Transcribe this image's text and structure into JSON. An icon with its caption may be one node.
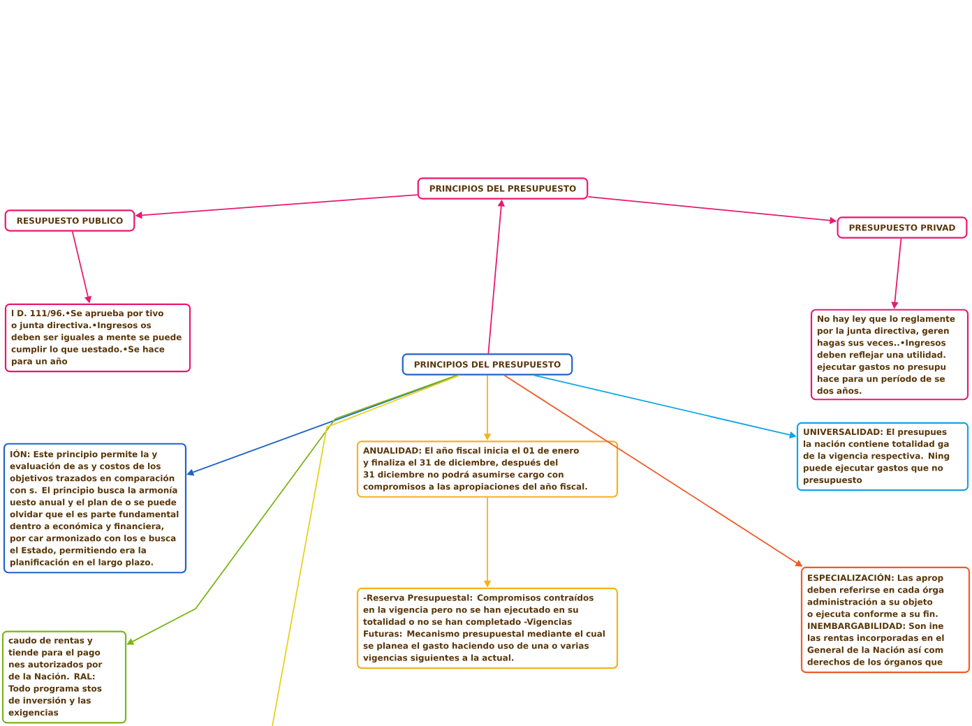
{
  "diagram": {
    "nodes": [
      {
        "text": [
          "PRINCIPIOS DEL PRESUPUESTO"
        ]
      },
      {
        "text": [
          "RESUPUESTO PUBLICO"
        ]
      },
      {
        "text": [
          "l D. 111/96.•Se aprueba por tivo o junta directiva.•Ingresos os deben ser iguales a mente se puede cumplir lo que uestado.•Se hace para un año"
        ]
      },
      {
        "text": [
          "PRESUPUESTO PRIVAD"
        ]
      },
      {
        "text": [
          "No hay ley que lo reglamente por la junta directiva, geren hagas sus veces..•Ingresos deben reflejar una utilidad. ejecutar gastos no presupu hace para un período de se dos años."
        ]
      },
      {
        "text": [
          "PRINCIPIOS DEL PRESUPUESTO"
        ]
      },
      {
        "text": [
          "IÓN: Este principio permite la y evaluación de as y costos de los objetivos trazados en comparación con s. El principio busca la armonía uesto anual y el plan de o se puede olvidar que el es parte fundamental dentro a económica y financiera, por car armonizado con los e busca el Estado, permitiendo era la planificación en el largo plazo."
        ]
      },
      {
        "text": [
          "ANUALIDAD: El año fiscal inicia el 01 de enero y finaliza el 31 de diciembre, después del 31 diciembre no podrá asumirse cargo con compromisos a las apropiaciones del año fiscal."
        ]
      },
      {
        "text": [
          "-Reserva Presupuestal: Compromisos contraídos en la vigencia pero no se han ejecutado en su totalidad o no se han completado -Vigencias Futuras: Mecanismo presupuestal mediante el cual se planea el gasto haciendo uso de una o varias vigencias siguientes a la actual."
        ]
      },
      {
        "text": [
          "UNIVERSALIDAD: El presupues la nación contiene totalidad ga de la vigencia respectiva. Ning puede ejecutar gastos que no presupuesto"
        ]
      },
      {
        "text": [
          "caudo de rentas y tiende para el pago nes autorizados por de la Nación. RAL: Todo programa stos de inversión y las exigencias"
        ]
      },
      {
        "text": [
          "ESPECIALIZACIÓN: Las aprop deben referirse en cada órga administración a su objeto o ejecuta conforme a su fin. INEMBARGABILIDAD: Son ine las rentas incorporadas en el General de la Nación así com derechos de los órganos que"
        ]
      }
    ],
    "edges": [
      {
        "from": 0,
        "to": 1,
        "arrow": "to",
        "color": "#e8196e"
      },
      {
        "from": 0,
        "to": 3,
        "arrow": "to",
        "color": "#e8196e"
      },
      {
        "from": 1,
        "to": 2,
        "arrow": "to",
        "color": "#e8196e"
      },
      {
        "from": 3,
        "to": 4,
        "arrow": "to",
        "color": "#e8196e"
      },
      {
        "from": 5,
        "to": 0,
        "arrow": "to",
        "color": "#e8196e"
      },
      {
        "from": 5,
        "to": 6,
        "arrow": "to",
        "color": "#1e64c8"
      },
      {
        "from": 5,
        "to": 7,
        "arrow": "to",
        "color": "#f5b21b"
      },
      {
        "from": 7,
        "to": 8,
        "arrow": "to",
        "color": "#f5b21b"
      },
      {
        "from": 5,
        "to": 9,
        "arrow": "to",
        "color": "#0ea5e9"
      },
      {
        "from": 5,
        "to": 10,
        "arrow": "to",
        "color": "#7cb518"
      },
      {
        "from": 5,
        "to": 11,
        "arrow": "to",
        "color": "#f05a28"
      },
      {
        "from": 5,
        "to": null,
        "arrow": "none",
        "color": "#e6d21e"
      }
    ]
  }
}
